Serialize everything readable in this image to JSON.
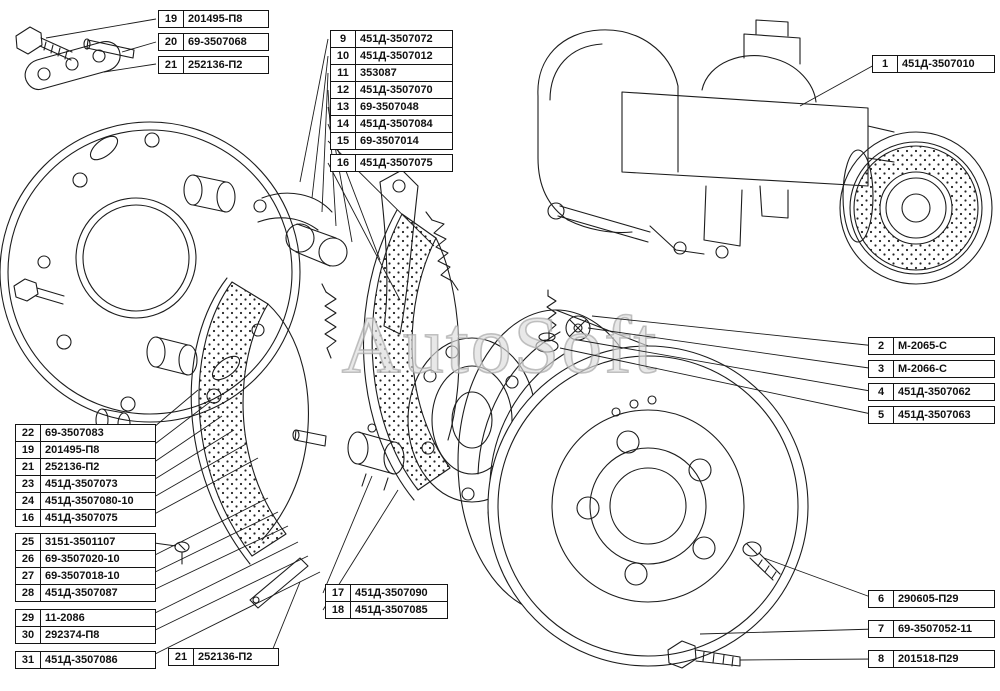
{
  "watermark": "AutoSoft",
  "groups": {
    "top_left": [
      {
        "num": "19",
        "part": "201495-П8"
      },
      {
        "num": "20",
        "part": "69-3507068"
      },
      {
        "num": "21",
        "part": "252136-П2"
      }
    ],
    "top_middle": [
      {
        "num": "9",
        "part": "451Д-3507072"
      },
      {
        "num": "10",
        "part": "451Д-3507012"
      },
      {
        "num": "11",
        "part": "353087"
      },
      {
        "num": "12",
        "part": "451Д-3507070"
      },
      {
        "num": "13",
        "part": "69-3507048"
      },
      {
        "num": "14",
        "part": "451Д-3507084"
      },
      {
        "num": "15",
        "part": "69-3507014"
      },
      {
        "num": "16",
        "part": "451Д-3507075"
      }
    ],
    "top_right": [
      {
        "num": "1",
        "part": "451Д-3507010"
      }
    ],
    "right_middle": [
      {
        "num": "2",
        "part": "М-2065-С"
      },
      {
        "num": "3",
        "part": "М-2066-С"
      },
      {
        "num": "4",
        "part": "451Д-3507062"
      },
      {
        "num": "5",
        "part": "451Д-3507063"
      }
    ],
    "left_column": [
      {
        "num": "22",
        "part": "69-3507083"
      },
      {
        "num": "19",
        "part": "201495-П8"
      },
      {
        "num": "21",
        "part": "252136-П2"
      },
      {
        "num": "23",
        "part": "451Д-3507073"
      },
      {
        "num": "24",
        "part": "451Д-3507080-10"
      },
      {
        "num": "16",
        "part": "451Д-3507075"
      },
      {
        "num": "25",
        "part": "3151-3501107"
      },
      {
        "num": "26",
        "part": "69-3507020-10"
      },
      {
        "num": "27",
        "part": "69-3507018-10"
      },
      {
        "num": "28",
        "part": "451Д-3507087"
      },
      {
        "num": "29",
        "part": "11-2086"
      },
      {
        "num": "30",
        "part": "292374-П8"
      },
      {
        "num": "31",
        "part": "451Д-3507086"
      }
    ],
    "bottom_middle": [
      {
        "num": "17",
        "part": "451Д-3507090"
      },
      {
        "num": "18",
        "part": "451Д-3507085"
      }
    ],
    "bottom_single": [
      {
        "num": "21",
        "part": "252136-П2"
      }
    ],
    "bottom_right": [
      {
        "num": "6",
        "part": "290605-П29"
      },
      {
        "num": "7",
        "part": "69-3507052-11"
      },
      {
        "num": "8",
        "part": "201518-П29"
      }
    ]
  }
}
